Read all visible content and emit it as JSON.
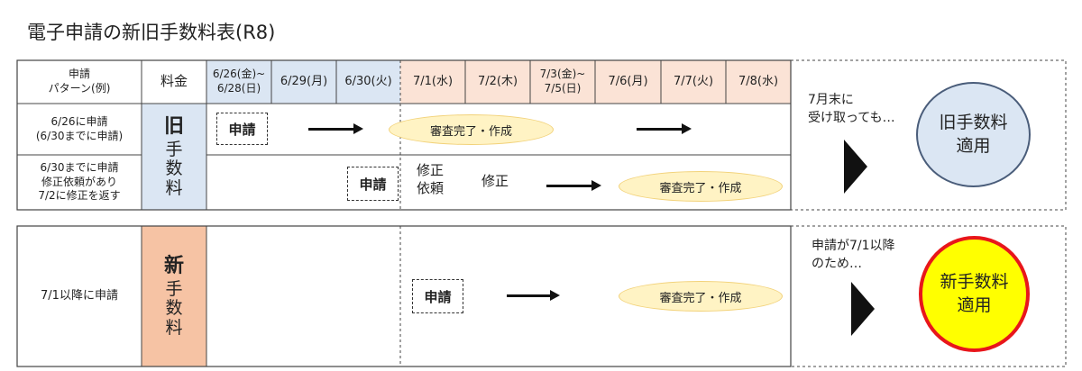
{
  "title": "電子申請の新旧手数料表(R8)",
  "header": {
    "pattern": "申請\nパターン(例)",
    "fee": "料金",
    "dates": [
      "6/26(金)~\n6/28(日)",
      "6/29(月)",
      "6/30(火)",
      "7/1(水)",
      "7/2(木)",
      "7/3(金)~\n7/5(日)",
      "7/6(月)",
      "7/7(火)",
      "7/8(水)"
    ]
  },
  "colors": {
    "before_header": "#dbe6f3",
    "after_header": "#fbe3d6",
    "old_fee": "#dbe6f3",
    "new_fee": "#f6c3a4",
    "old_badge": "#dbe6f3",
    "new_badge": "#ffff00",
    "new_badge_ring": "#e8161b",
    "pill": "#fff3c4"
  },
  "old": {
    "fee_big": "旧",
    "fee_rest": "手\n数\n料",
    "row1": {
      "pattern": "6/26に申請\n(6/30までに申請)",
      "apply": "申請",
      "review": "審査完了・作成"
    },
    "row2": {
      "pattern": "6/30までに申請\n修正依頼があり\n7/2に修正を返す",
      "apply": "申請",
      "request": "修正\n依頼",
      "fix": "修正",
      "review": "審査完了・作成"
    },
    "note": "7月末に\n受け取っても…",
    "badge": "旧手数料\n適用"
  },
  "new": {
    "fee_big": "新",
    "fee_rest": "手\n数\n料",
    "pattern": "7/1以降に申請",
    "apply": "申請",
    "review": "審査完了・作成",
    "note": "申請が7/1以降\nのため…",
    "badge": "新手数料\n適用"
  }
}
